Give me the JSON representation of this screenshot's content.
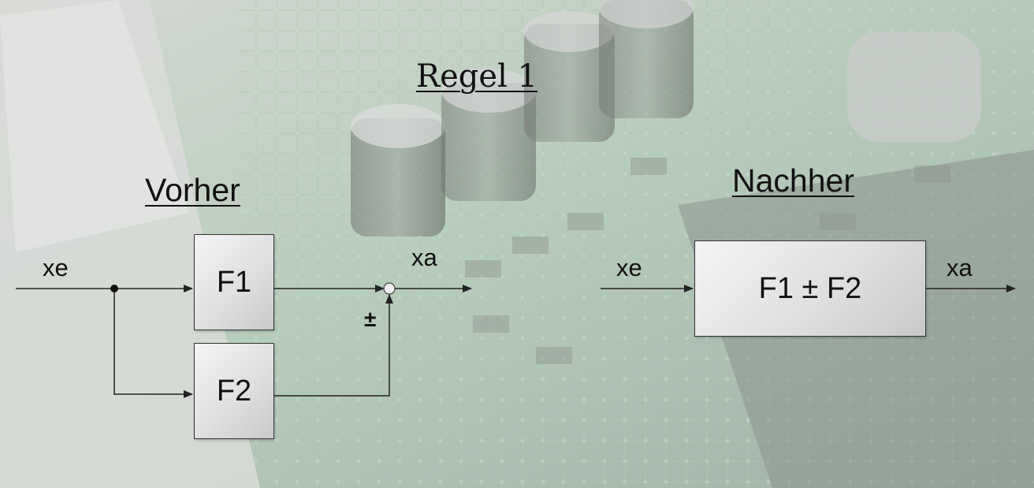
{
  "title": "Regel 1",
  "before": {
    "heading": "Vorher",
    "input_label": "xe",
    "output_label": "xa",
    "block1_label": "F1",
    "block2_label": "F2",
    "summing_sign": "±"
  },
  "after": {
    "heading": "Nachher",
    "input_label": "xe",
    "output_label": "xa",
    "block_label": "F1 ± F2"
  },
  "colors": {
    "board_green": "#8fb59a",
    "line": "#222222",
    "block_fill": "#e6e6e6"
  }
}
